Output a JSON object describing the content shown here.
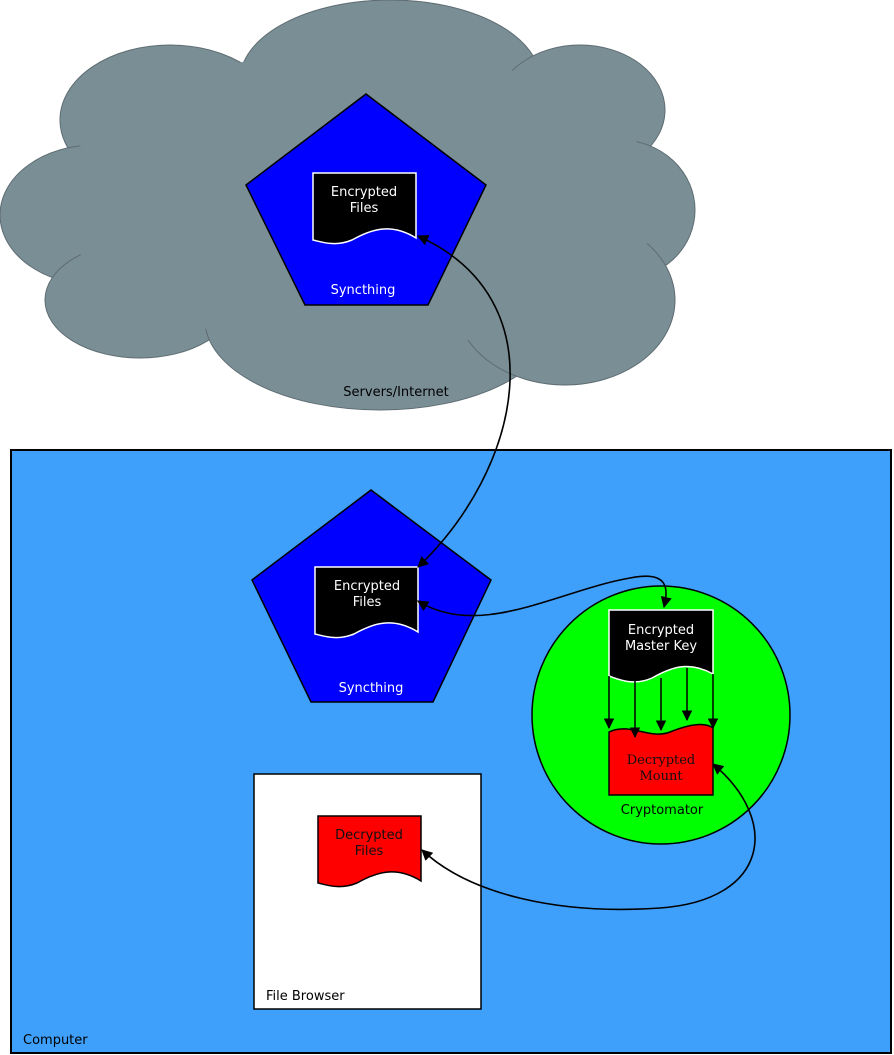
{
  "cloud": {
    "label": "Servers/Internet",
    "color": "#7a8e96",
    "syncthing": {
      "label": "Syncthing",
      "color": "#0000ff",
      "file": {
        "line1": "Encrypted",
        "line2": "Files"
      }
    }
  },
  "computer": {
    "label": "Computer",
    "color": "#3fa0fb",
    "syncthing": {
      "label": "Syncthing",
      "color": "#0000ff",
      "file": {
        "line1": "Encrypted",
        "line2": "Files"
      }
    },
    "cryptomator": {
      "label": "Cryptomator",
      "color": "#00ff00",
      "master_key": {
        "line1": "Encrypted",
        "line2": "Master Key"
      },
      "mount": {
        "line1": "Decrypted",
        "line2": "Mount"
      }
    },
    "file_browser": {
      "label": "File Browser",
      "file": {
        "line1": "Decrypted",
        "line2": "Files"
      }
    }
  }
}
